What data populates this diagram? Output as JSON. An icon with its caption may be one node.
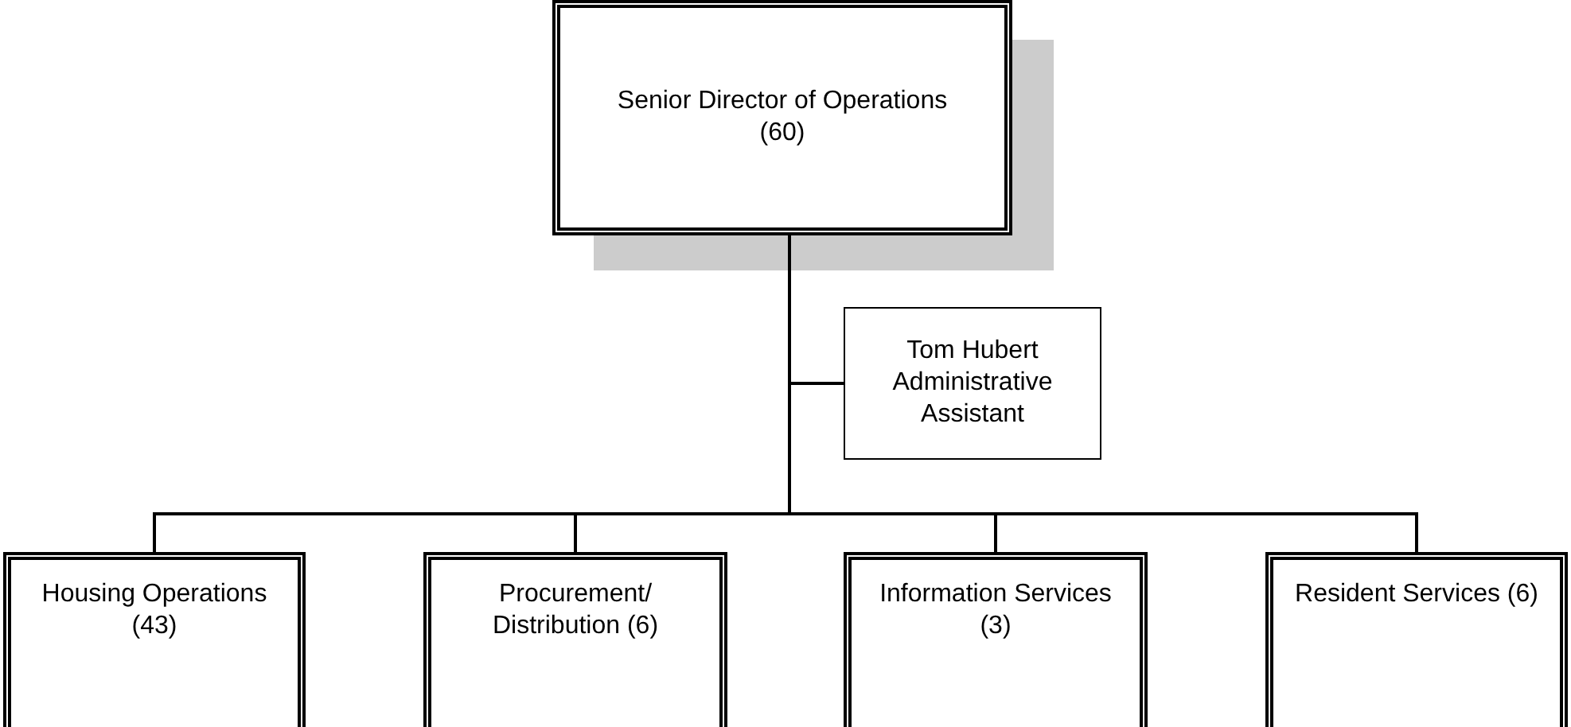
{
  "diagram": {
    "nodes": [
      {
        "text": [
          "Senior Director of Operations (60)"
        ]
      },
      {
        "text": [
          "Tom Hubert",
          "Administrative Assistant"
        ]
      },
      {
        "text": [
          "Housing Operations (43)"
        ]
      },
      {
        "text": [
          "Procurement/ Distribution (6)"
        ]
      },
      {
        "text": [
          "Information Services (3)"
        ]
      },
      {
        "text": [
          "Resident Services (6)"
        ]
      }
    ],
    "edges": [
      {
        "from": 0,
        "to": 1,
        "arrow": "none"
      },
      {
        "from": 0,
        "to": 2,
        "arrow": "none"
      },
      {
        "from": 0,
        "to": 3,
        "arrow": "none"
      },
      {
        "from": 0,
        "to": 4,
        "arrow": "none"
      },
      {
        "from": 0,
        "to": 5,
        "arrow": "none"
      }
    ]
  }
}
